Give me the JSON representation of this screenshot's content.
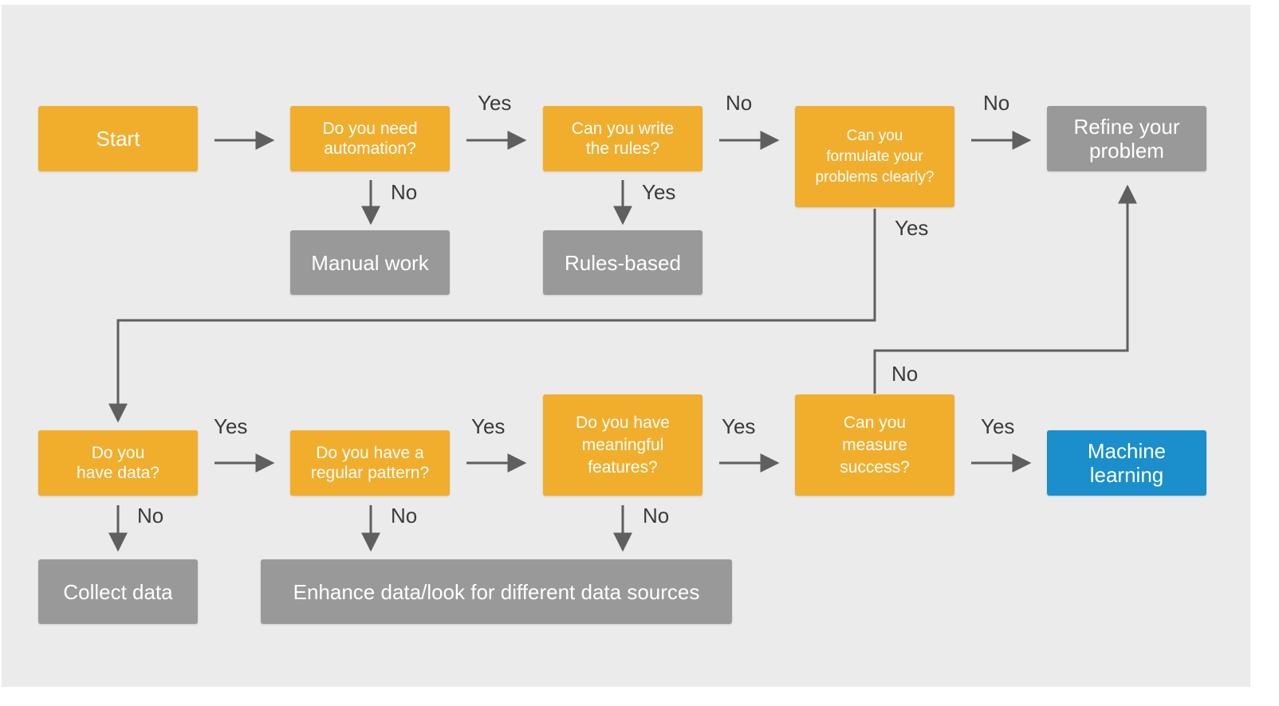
{
  "colors": {
    "background": "#ebebeb",
    "question_box": "#f0ae2c",
    "outcome_box": "#999999",
    "ml_box": "#1a8fcb",
    "arrow": "#5f5f5f",
    "text_on_box": "#ffffff",
    "edge_label": "#3a3a3a"
  },
  "nodes": {
    "start": "Start",
    "need_automation": "Do you need\nautomation?",
    "write_rules": "Can you write\nthe rules?",
    "formulate": "Can you\nformulate your\nproblems clearly?",
    "refine": "Refine your\nproblem",
    "manual_work": "Manual work",
    "rules_based": "Rules-based",
    "have_data": "Do you\nhave data?",
    "regular_pattern": "Do you have a\nregular pattern?",
    "meaningful_features": "Do you have\nmeaningful\nfeatures?",
    "measure_success": "Can you\nmeasure\nsuccess?",
    "machine_learning": "Machine\nlearning",
    "collect_data": "Collect data",
    "enhance_data": "Enhance data/look for different data sources"
  },
  "edge_labels": {
    "automation_yes": "Yes",
    "automation_no": "No",
    "rules_no": "No",
    "rules_yes": "Yes",
    "formulate_no": "No",
    "formulate_yes": "Yes",
    "data_yes": "Yes",
    "data_no": "No",
    "pattern_yes": "Yes",
    "pattern_no": "No",
    "features_yes": "Yes",
    "features_no": "No",
    "success_yes": "Yes",
    "success_no": "No"
  }
}
